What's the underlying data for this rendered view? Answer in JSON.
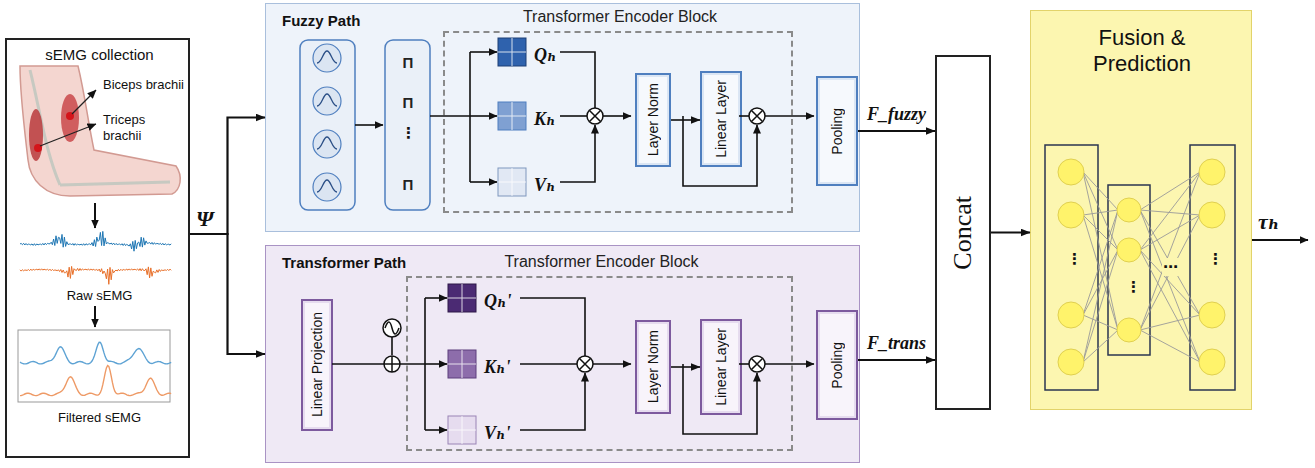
{
  "diagram": {
    "nodes": [
      {
        "text": [
          "sEMG collection",
          "Biceps brachii",
          "Triceps brachii",
          "Raw sEMG",
          "Filtered sEMG"
        ]
      },
      {
        "text": [
          "Fuzzy Path"
        ]
      },
      {
        "text": [
          "Π"
        ],
        "in": 1
      },
      {
        "text": [
          "Π"
        ],
        "in": 1
      },
      {
        "text": [
          "Π"
        ],
        "in": 1
      },
      {
        "text": [
          "Transformer Encoder Block"
        ],
        "in": 1
      },
      {
        "text": [
          "Qₕ"
        ],
        "in": 5
      },
      {
        "text": [
          "Kₕ"
        ],
        "in": 5
      },
      {
        "text": [
          "Vₕ"
        ],
        "in": 5
      },
      {
        "text": [
          "Layer Norm"
        ],
        "in": 5
      },
      {
        "text": [
          "Linear Layer"
        ],
        "in": 5
      },
      {
        "text": [
          "Pooling"
        ],
        "in": 1
      },
      {
        "text": [
          "Transformer Path"
        ]
      },
      {
        "text": [
          "Linear Projection"
        ],
        "in": 12
      },
      {
        "text": [
          "Transformer Encoder Block"
        ],
        "in": 12
      },
      {
        "text": [
          "Qₕ'"
        ],
        "in": 14
      },
      {
        "text": [
          "Kₕ'"
        ],
        "in": 14
      },
      {
        "text": [
          "Vₕ'"
        ],
        "in": 14
      },
      {
        "text": [
          "Layer Norm"
        ],
        "in": 14
      },
      {
        "text": [
          "Linear Layer"
        ],
        "in": 14
      },
      {
        "text": [
          "Pooling"
        ],
        "in": 12
      },
      {
        "text": [
          "Concat"
        ]
      },
      {
        "text": [
          "Fusion & Prediction"
        ]
      }
    ],
    "edges": [
      {
        "from": 0,
        "to": 1,
        "arrow": "to"
      },
      {
        "from": 0,
        "to": 12,
        "arrow": "to"
      },
      {
        "from": 9,
        "to": 10,
        "arrow": "to"
      },
      {
        "from": 18,
        "to": 19,
        "arrow": "to"
      },
      {
        "from": 11,
        "to": 21,
        "label": "F_fuzzy",
        "arrow": "to"
      },
      {
        "from": 20,
        "to": 21,
        "label": "F_trans",
        "arrow": "to"
      },
      {
        "from": 21,
        "to": 22,
        "arrow": "to"
      }
    ],
    "labels": [
      "Ψ",
      "⋮",
      "⋮",
      "⋮",
      "⋯",
      "⋮",
      "τₕ"
    ]
  }
}
